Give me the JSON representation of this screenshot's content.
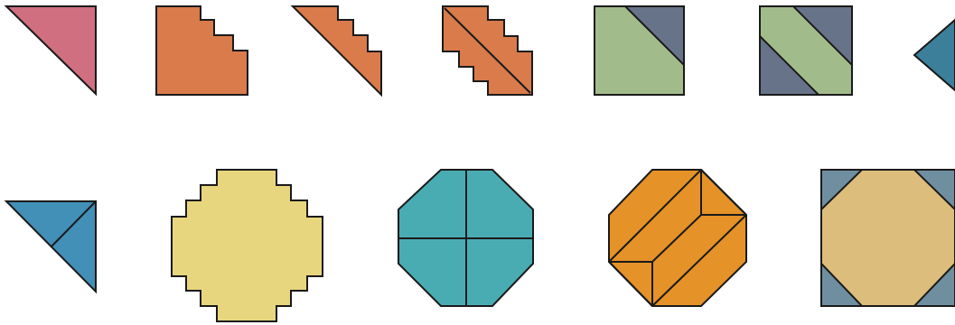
{
  "colors": {
    "pink": "#cf6f80",
    "orange": "#d97b4b",
    "sage": "#a2bb8b",
    "slate": "#667389",
    "teal_blue": "#3c7f9b",
    "sky_blue": "#428fb7",
    "butter": "#e7d67e",
    "turquoise": "#4aacb3",
    "amber": "#e59228",
    "tan": "#ddbd7b",
    "steel": "#6f8fa0",
    "outline": "#1a1a1a"
  },
  "shapes": [
    {
      "name": "half-square-triangle-tile",
      "row": 1,
      "color": "pink"
    },
    {
      "name": "stepped-corner-square-tile",
      "row": 1,
      "color": "orange"
    },
    {
      "name": "stepped-triangle-tile",
      "row": 1,
      "color": "orange"
    },
    {
      "name": "stepped-diagonal-band-tile",
      "row": 1,
      "color": "orange"
    },
    {
      "name": "corner-triangle-square-tile",
      "row": 1,
      "colors": [
        "sage",
        "slate"
      ]
    },
    {
      "name": "diagonal-band-square-tile",
      "row": 1,
      "colors": [
        "sage",
        "slate"
      ]
    },
    {
      "name": "partial-diamond-tile",
      "row": 1,
      "color": "teal_blue"
    },
    {
      "name": "split-triangle-tile",
      "row": 2,
      "color": "sky_blue"
    },
    {
      "name": "stepped-octagon-tile",
      "row": 2,
      "color": "butter"
    },
    {
      "name": "quartered-octagon-tile",
      "row": 2,
      "color": "turquoise"
    },
    {
      "name": "striped-octagon-tile",
      "row": 2,
      "color": "amber"
    },
    {
      "name": "octagon-in-square-tile",
      "row": 2,
      "colors": [
        "tan",
        "steel"
      ]
    }
  ]
}
